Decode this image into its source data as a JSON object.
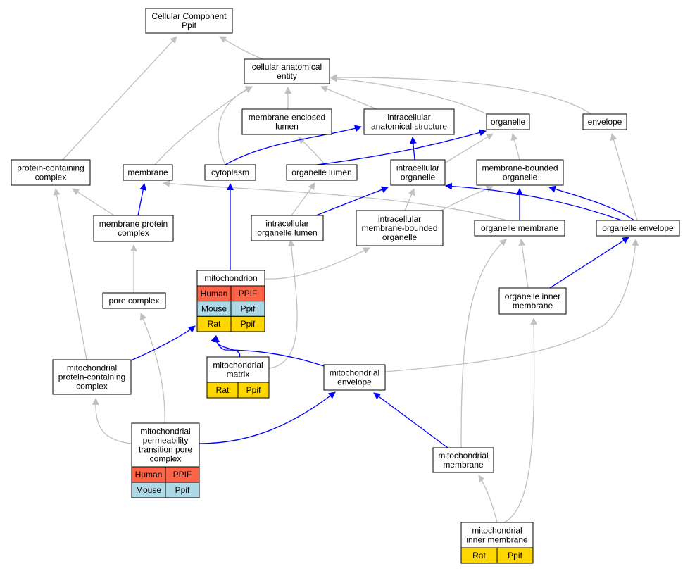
{
  "colors": {
    "gray_edge": "#c0c0c0",
    "blue_edge": "#0000ff",
    "human": "#ff6347",
    "mouse": "#add8e6",
    "rat": "#ffd700"
  },
  "nodes": {
    "cc_root": {
      "lines": [
        "Cellular Component",
        "Ppif"
      ]
    },
    "cae": {
      "lines": [
        "cellular anatomical",
        "entity"
      ]
    },
    "mel": {
      "lines": [
        "membrane-enclosed",
        "lumen"
      ]
    },
    "ias": {
      "lines": [
        "intracellular",
        "anatomical structure"
      ]
    },
    "organelle": {
      "lines": [
        "organelle"
      ]
    },
    "envelope": {
      "lines": [
        "envelope"
      ]
    },
    "pcc": {
      "lines": [
        "protein-containing",
        "complex"
      ]
    },
    "membrane": {
      "lines": [
        "membrane"
      ]
    },
    "cytoplasm": {
      "lines": [
        "cytoplasm"
      ]
    },
    "ol": {
      "lines": [
        "organelle lumen"
      ]
    },
    "io": {
      "lines": [
        "intracellular",
        "organelle"
      ]
    },
    "mbo": {
      "lines": [
        "membrane-bounded",
        "organelle"
      ]
    },
    "mpc": {
      "lines": [
        "membrane protein",
        "complex"
      ]
    },
    "iol": {
      "lines": [
        "intracellular",
        "organelle lumen"
      ]
    },
    "imbo": {
      "lines": [
        "intracellular",
        "membrane-bounded",
        "organelle"
      ]
    },
    "om": {
      "lines": [
        "organelle membrane"
      ]
    },
    "oe": {
      "lines": [
        "organelle envelope"
      ]
    },
    "mito": {
      "lines": [
        "mitochondrion"
      ],
      "rows": [
        [
          "Human",
          "PPIF",
          "human"
        ],
        [
          "Mouse",
          "Ppif",
          "mouse"
        ],
        [
          "Rat",
          "Ppif",
          "rat"
        ]
      ]
    },
    "pore": {
      "lines": [
        "pore complex"
      ]
    },
    "oim": {
      "lines": [
        "organelle inner",
        "membrane"
      ]
    },
    "mpcc": {
      "lines": [
        "mitochondrial",
        "protein-containing",
        "complex"
      ]
    },
    "mmatrix": {
      "lines": [
        "mitochondrial",
        "matrix"
      ],
      "rows": [
        [
          "Rat",
          "Ppif",
          "rat"
        ]
      ]
    },
    "menv": {
      "lines": [
        "mitochondrial",
        "envelope"
      ]
    },
    "mptp": {
      "lines": [
        "mitochondrial",
        "permeability",
        "transition pore",
        "complex"
      ],
      "rows": [
        [
          "Human",
          "PPIF",
          "human"
        ],
        [
          "Mouse",
          "Ppif",
          "mouse"
        ]
      ]
    },
    "mmem": {
      "lines": [
        "mitochondrial",
        "membrane"
      ]
    },
    "mim": {
      "lines": [
        "mitochondrial",
        "inner membrane"
      ],
      "rows": [
        [
          "Rat",
          "Ppif",
          "rat"
        ]
      ]
    }
  }
}
